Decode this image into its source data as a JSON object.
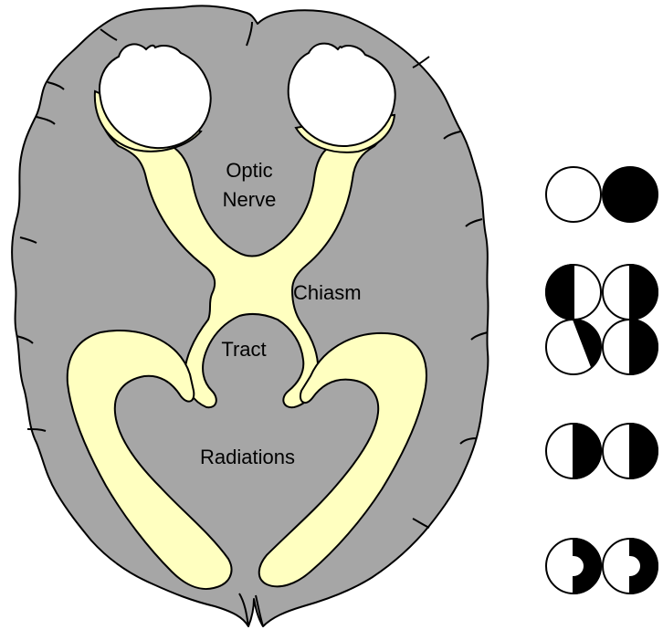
{
  "labels": {
    "optic_line1": "Optic",
    "optic_line2": "Nerve",
    "chiasm": "Chiasm",
    "tract": "Tract",
    "radiations": "Radiations"
  },
  "colors": {
    "brain": "#a6a6a6",
    "pathway": "#ffffc0",
    "eye": "#ffffff",
    "outline": "#000000",
    "field_filled": "#000000",
    "field_empty": "#ffffff"
  },
  "visual_fields": [
    {
      "row": "normal-vs-blind",
      "left_eye": "full-normal",
      "right_eye": "full-blind"
    },
    {
      "row": "chiasm-lesion",
      "left_eye": "left-half-blind",
      "right_eye": "right-half-blind"
    },
    {
      "row": "partial-tract",
      "left_eye": "wedge-blind",
      "right_eye": "right-half-blind"
    },
    {
      "row": "tract-lesion",
      "left_eye": "right-half-blind",
      "right_eye": "right-half-blind"
    },
    {
      "row": "macular-sparing",
      "left_eye": "right-half-blind-macular-sparing",
      "right_eye": "right-half-blind-macular-sparing"
    }
  ]
}
